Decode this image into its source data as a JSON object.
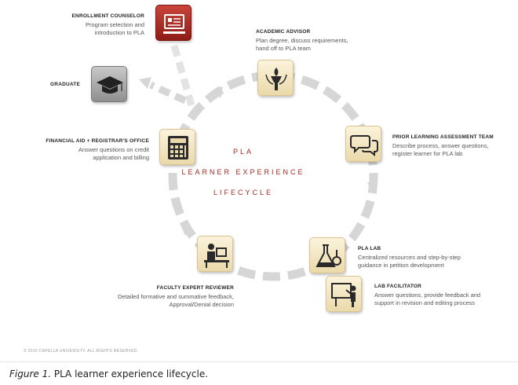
{
  "title": {
    "line1": "PLA",
    "line2": "LEARNER EXPERIENCE",
    "line3": "LIFECYCLE"
  },
  "roles": {
    "enrollment": {
      "title": "ENROLLMENT COUNSELOR",
      "desc1": "Program selection and",
      "desc2": "introduction to PLA",
      "icon": "presentation-board-icon"
    },
    "advisor": {
      "title": "ACADEMIC ADVISOR",
      "desc1": "Plan degree, discuss requirements,",
      "desc2": "hand off to PLA team",
      "icon": "torch-icon"
    },
    "assessment": {
      "title": "PRIOR LEARNING ASSESSMENT TEAM",
      "desc1": "Describe process, answer questions,",
      "desc2": "register learner for PLA lab",
      "icon": "speech-bubbles-icon"
    },
    "lab": {
      "title": "PLA LAB",
      "desc1": "Centralized resources and step-by-step",
      "desc2": "guidance in petition development",
      "icon": "flask-icon"
    },
    "facilitator": {
      "title": "LAB FACILITATOR",
      "desc1": "Answer questions, provide feedback and",
      "desc2": "support in revision and editing process",
      "icon": "teacher-board-icon"
    },
    "reviewer": {
      "title": "FACULTY EXPERT REVIEWER",
      "desc1": "Detailed formative and summative feedback,",
      "desc2": "Approval/Denial decision",
      "icon": "desk-reviewer-icon"
    },
    "financial": {
      "title": "FINANCIAL AID + REGISTRAR'S OFFICE",
      "desc1": "Answer questions on credit",
      "desc2": "application and billing",
      "icon": "calculator-icon"
    },
    "graduate": {
      "title": "GRADUATE",
      "icon": "graduation-cap-icon"
    }
  },
  "copyright": "© 2010 CAPELLA UNIVERSITY. ALL RIGHTS RESERVED.",
  "caption": {
    "label": "Figure 1.",
    "text": " PLA learner experience lifecycle."
  },
  "colors": {
    "accent": "#a8271f",
    "ring": "#d9d9d9",
    "tile": "#ead9aa"
  }
}
